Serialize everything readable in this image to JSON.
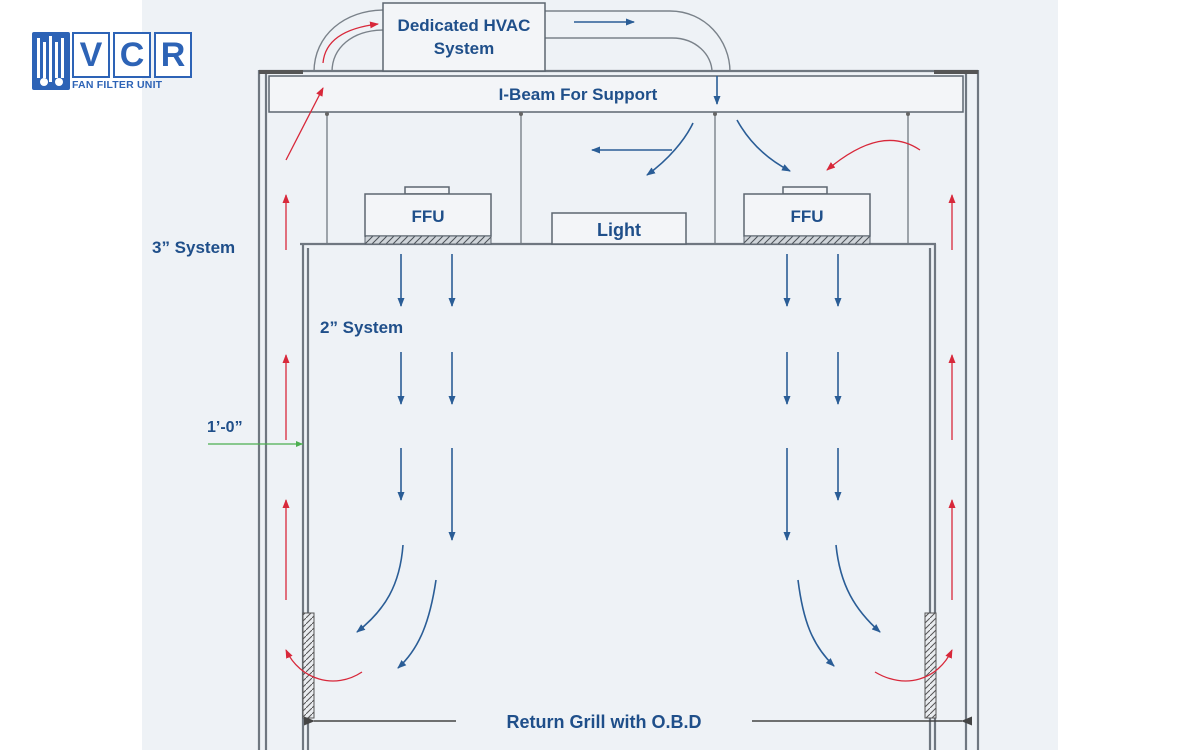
{
  "logo": {
    "letters": [
      "V",
      "C",
      "R"
    ],
    "subtitle": "FAN FILTER UNIT",
    "brand_color": "#2d63b6"
  },
  "labels": {
    "hvac_line1": "Dedicated HVAC",
    "hvac_line2": "System",
    "ibeam": "I-Beam For Support",
    "ffu_left": "FFU",
    "ffu_right": "FFU",
    "light": "Light",
    "system3": "3” System",
    "system2": "2” System",
    "dimension": "1’-0”",
    "return_grill": "Return Grill  with O.B.D"
  },
  "colors": {
    "supply_airflow": "#2a5d96",
    "return_airflow": "#d8283a",
    "text": "#1f4f8a",
    "background": "#eef2f6"
  }
}
